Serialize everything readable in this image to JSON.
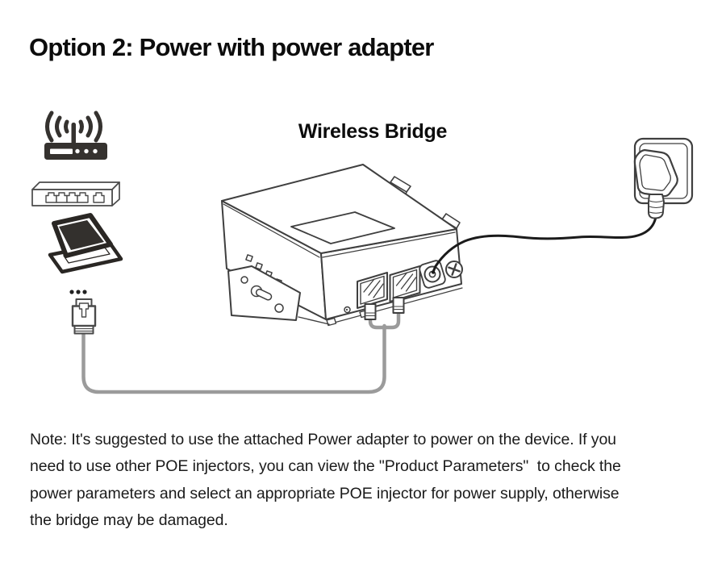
{
  "title": "Option 2: Power with power adapter",
  "diagram": {
    "bridge_label": "Wireless Bridge",
    "client_device_icons": [
      {
        "name": "wifi-router-icon",
        "meaning": "wireless router with antenna waves"
      },
      {
        "name": "ethernet-switch-icon",
        "meaning": "5-port network switch"
      },
      {
        "name": "laptop-icon",
        "meaning": "laptop computer"
      },
      {
        "name": "more-devices-ellipsis-icon",
        "meaning": "other devices (ellipsis)"
      },
      {
        "name": "rj45-plug-icon",
        "meaning": "RJ45 ethernet plug"
      }
    ],
    "bridge_parts": [
      "lan-ports",
      "dc-power-jack",
      "grounding-screw",
      "mounting-plate",
      "din-rail-clips",
      "led-indicators"
    ],
    "power_parts": [
      "wall-outlet",
      "power-adapter-plug",
      "power-cord"
    ],
    "colors": {
      "line": "#3f3f3f",
      "icon_dark": "#35322f",
      "ethernet_cable": "#9b9b9b",
      "power_cable": "#1b1b1b"
    }
  },
  "note": {
    "lines": [
      "Note: It's suggested to use the attached Power adapter to power on the device. If you",
      "need to use other POE injectors, you can view the \"Product Parameters\"  to check the",
      "power parameters and select an appropriate POE injector for power supply, otherwise",
      "the bridge may be damaged."
    ]
  }
}
